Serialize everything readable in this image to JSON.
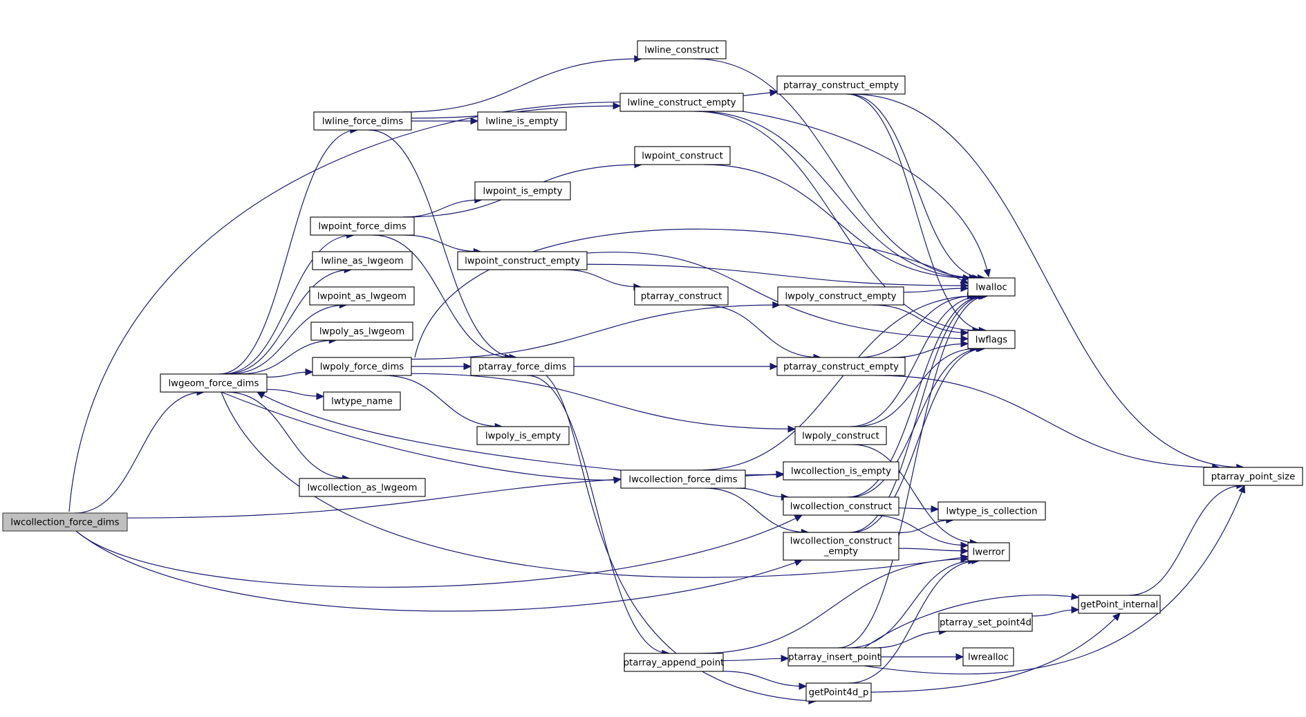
{
  "title": "lwcollection_force_dims call graph",
  "colors": {
    "edge": "#191970",
    "node_border": "#000000",
    "root_fill": "#bfbfbf",
    "node_fill": "#ffffff"
  },
  "nodes": [
    {
      "id": "lwcollection_force_dims_root",
      "label": "lwcollection_force_dims",
      "root": true
    },
    {
      "id": "lwgeom_force_dims",
      "label": "lwgeom_force_dims"
    },
    {
      "id": "lwline_force_dims",
      "label": "lwline_force_dims"
    },
    {
      "id": "lwpoint_force_dims",
      "label": "lwpoint_force_dims"
    },
    {
      "id": "lwline_as_lwgeom",
      "label": "lwline_as_lwgeom"
    },
    {
      "id": "lwpoint_as_lwgeom",
      "label": "lwpoint_as_lwgeom"
    },
    {
      "id": "lwpoly_as_lwgeom",
      "label": "lwpoly_as_lwgeom"
    },
    {
      "id": "lwpoly_force_dims",
      "label": "lwpoly_force_dims"
    },
    {
      "id": "lwtype_name",
      "label": "lwtype_name"
    },
    {
      "id": "lwcollection_as_lwgeom",
      "label": "lwcollection_as_lwgeom"
    },
    {
      "id": "lwline_construct",
      "label": "lwline_construct"
    },
    {
      "id": "lwline_construct_empty",
      "label": "lwline_construct_empty"
    },
    {
      "id": "lwline_is_empty",
      "label": "lwline_is_empty"
    },
    {
      "id": "lwpoint_construct",
      "label": "lwpoint_construct"
    },
    {
      "id": "lwpoint_is_empty",
      "label": "lwpoint_is_empty"
    },
    {
      "id": "lwpoint_construct_empty",
      "label": "lwpoint_construct_empty"
    },
    {
      "id": "ptarray_construct",
      "label": "ptarray_construct"
    },
    {
      "id": "ptarray_force_dims",
      "label": "ptarray_force_dims"
    },
    {
      "id": "lwpoly_is_empty",
      "label": "lwpoly_is_empty"
    },
    {
      "id": "lwcollection_force_dims",
      "label": "lwcollection_force_dims"
    },
    {
      "id": "ptarray_construct_empty_top",
      "label": "ptarray_construct_empty"
    },
    {
      "id": "lwpoly_construct_empty",
      "label": "lwpoly_construct_empty"
    },
    {
      "id": "ptarray_construct_empty",
      "label": "ptarray_construct_empty"
    },
    {
      "id": "lwpoly_construct",
      "label": "lwpoly_construct"
    },
    {
      "id": "lwcollection_is_empty",
      "label": "lwcollection_is_empty"
    },
    {
      "id": "lwcollection_construct",
      "label": "lwcollection_construct"
    },
    {
      "id": "lwcollection_construct_empty",
      "label": "lwcollection_construct\n_empty",
      "line1": "lwcollection_construct",
      "line2": "_empty"
    },
    {
      "id": "lwalloc",
      "label": "lwalloc"
    },
    {
      "id": "lwflags",
      "label": "lwflags"
    },
    {
      "id": "lwtype_is_collection",
      "label": "lwtype_is_collection"
    },
    {
      "id": "lwerror",
      "label": "lwerror"
    },
    {
      "id": "ptarray_point_size",
      "label": "ptarray_point_size"
    },
    {
      "id": "getPoint_internal",
      "label": "getPoint_internal"
    },
    {
      "id": "ptarray_set_point4d",
      "label": "ptarray_set_point4d"
    },
    {
      "id": "lwrealloc",
      "label": "lwrealloc"
    },
    {
      "id": "ptarray_append_point",
      "label": "ptarray_append_point"
    },
    {
      "id": "ptarray_insert_point",
      "label": "ptarray_insert_point"
    },
    {
      "id": "getPoint4d_p",
      "label": "getPoint4d_p"
    }
  ],
  "edges": [
    [
      "lwcollection_force_dims_root",
      "lwgeom_force_dims"
    ],
    [
      "lwcollection_force_dims_root",
      "lwalloc"
    ],
    [
      "lwcollection_force_dims_root",
      "lwcollection_is_empty"
    ],
    [
      "lwcollection_force_dims_root",
      "lwcollection_construct"
    ],
    [
      "lwcollection_force_dims_root",
      "lwcollection_construct_empty"
    ],
    [
      "lwgeom_force_dims",
      "lwline_force_dims"
    ],
    [
      "lwgeom_force_dims",
      "lwpoint_force_dims"
    ],
    [
      "lwgeom_force_dims",
      "lwline_as_lwgeom"
    ],
    [
      "lwgeom_force_dims",
      "lwpoint_as_lwgeom"
    ],
    [
      "lwgeom_force_dims",
      "lwpoly_as_lwgeom"
    ],
    [
      "lwgeom_force_dims",
      "lwpoly_force_dims"
    ],
    [
      "lwgeom_force_dims",
      "lwtype_name"
    ],
    [
      "lwgeom_force_dims",
      "lwcollection_as_lwgeom"
    ],
    [
      "lwgeom_force_dims",
      "lwcollection_force_dims"
    ],
    [
      "lwgeom_force_dims",
      "lwerror"
    ],
    [
      "lwcollection_force_dims",
      "lwgeom_force_dims"
    ],
    [
      "lwline_force_dims",
      "lwline_construct"
    ],
    [
      "lwline_force_dims",
      "lwline_construct_empty"
    ],
    [
      "lwline_force_dims",
      "lwline_is_empty"
    ],
    [
      "lwline_force_dims",
      "ptarray_force_dims"
    ],
    [
      "lwpoint_force_dims",
      "lwpoint_construct"
    ],
    [
      "lwpoint_force_dims",
      "lwpoint_is_empty"
    ],
    [
      "lwpoint_force_dims",
      "lwpoint_construct_empty"
    ],
    [
      "lwpoint_force_dims",
      "ptarray_force_dims"
    ],
    [
      "lwpoly_force_dims",
      "ptarray_force_dims"
    ],
    [
      "lwpoly_force_dims",
      "lwpoly_construct_empty"
    ],
    [
      "lwpoly_force_dims",
      "lwpoly_is_empty"
    ],
    [
      "lwpoly_force_dims",
      "lwpoly_construct"
    ],
    [
      "lwpoly_force_dims",
      "lwalloc"
    ],
    [
      "lwline_construct",
      "lwalloc"
    ],
    [
      "lwline_construct_empty",
      "ptarray_construct_empty_top"
    ],
    [
      "lwline_construct_empty",
      "lwalloc"
    ],
    [
      "lwline_construct_empty",
      "lwflags"
    ],
    [
      "ptarray_construct_empty_top",
      "lwalloc"
    ],
    [
      "ptarray_construct_empty_top",
      "lwflags"
    ],
    [
      "ptarray_construct_empty_top",
      "ptarray_point_size"
    ],
    [
      "lwpoint_construct",
      "lwalloc"
    ],
    [
      "lwpoint_construct_empty",
      "lwalloc"
    ],
    [
      "lwpoint_construct_empty",
      "ptarray_construct"
    ],
    [
      "lwpoint_construct_empty",
      "lwflags"
    ],
    [
      "ptarray_construct",
      "ptarray_construct_empty"
    ],
    [
      "lwpoly_construct_empty",
      "lwalloc"
    ],
    [
      "lwpoly_construct_empty",
      "lwflags"
    ],
    [
      "ptarray_force_dims",
      "ptarray_construct_empty"
    ],
    [
      "ptarray_force_dims",
      "ptarray_append_point"
    ],
    [
      "ptarray_force_dims",
      "getPoint4d_p"
    ],
    [
      "ptarray_construct_empty",
      "lwalloc"
    ],
    [
      "ptarray_construct_empty",
      "lwflags"
    ],
    [
      "ptarray_construct_empty",
      "ptarray_point_size"
    ],
    [
      "lwcollection_force_dims",
      "lwcollection_is_empty"
    ],
    [
      "lwcollection_force_dims",
      "lwcollection_construct"
    ],
    [
      "lwcollection_force_dims",
      "lwcollection_construct_empty"
    ],
    [
      "lwcollection_force_dims",
      "lwalloc"
    ],
    [
      "lwpoly_construct",
      "lwalloc"
    ],
    [
      "lwpoly_construct",
      "lwflags"
    ],
    [
      "lwpoly_construct",
      "lwerror"
    ],
    [
      "lwcollection_construct",
      "lwalloc"
    ],
    [
      "lwcollection_construct",
      "lwflags"
    ],
    [
      "lwcollection_construct",
      "lwtype_is_collection"
    ],
    [
      "lwcollection_construct",
      "lwerror"
    ],
    [
      "lwcollection_construct_empty",
      "lwalloc"
    ],
    [
      "lwcollection_construct_empty",
      "lwflags"
    ],
    [
      "lwcollection_construct_empty",
      "lwtype_is_collection"
    ],
    [
      "lwcollection_construct_empty",
      "lwerror"
    ],
    [
      "ptarray_append_point",
      "ptarray_insert_point"
    ],
    [
      "ptarray_append_point",
      "getPoint4d_p"
    ],
    [
      "ptarray_append_point",
      "lwerror"
    ],
    [
      "ptarray_insert_point",
      "lwalloc"
    ],
    [
      "ptarray_insert_point",
      "lwerror"
    ],
    [
      "ptarray_insert_point",
      "getPoint_internal"
    ],
    [
      "ptarray_insert_point",
      "ptarray_set_point4d"
    ],
    [
      "ptarray_insert_point",
      "lwrealloc"
    ],
    [
      "ptarray_insert_point",
      "ptarray_point_size"
    ],
    [
      "ptarray_set_point4d",
      "getPoint_internal"
    ],
    [
      "getPoint4d_p",
      "lwerror"
    ],
    [
      "getPoint4d_p",
      "getPoint_internal"
    ],
    [
      "getPoint_internal",
      "ptarray_point_size"
    ]
  ]
}
